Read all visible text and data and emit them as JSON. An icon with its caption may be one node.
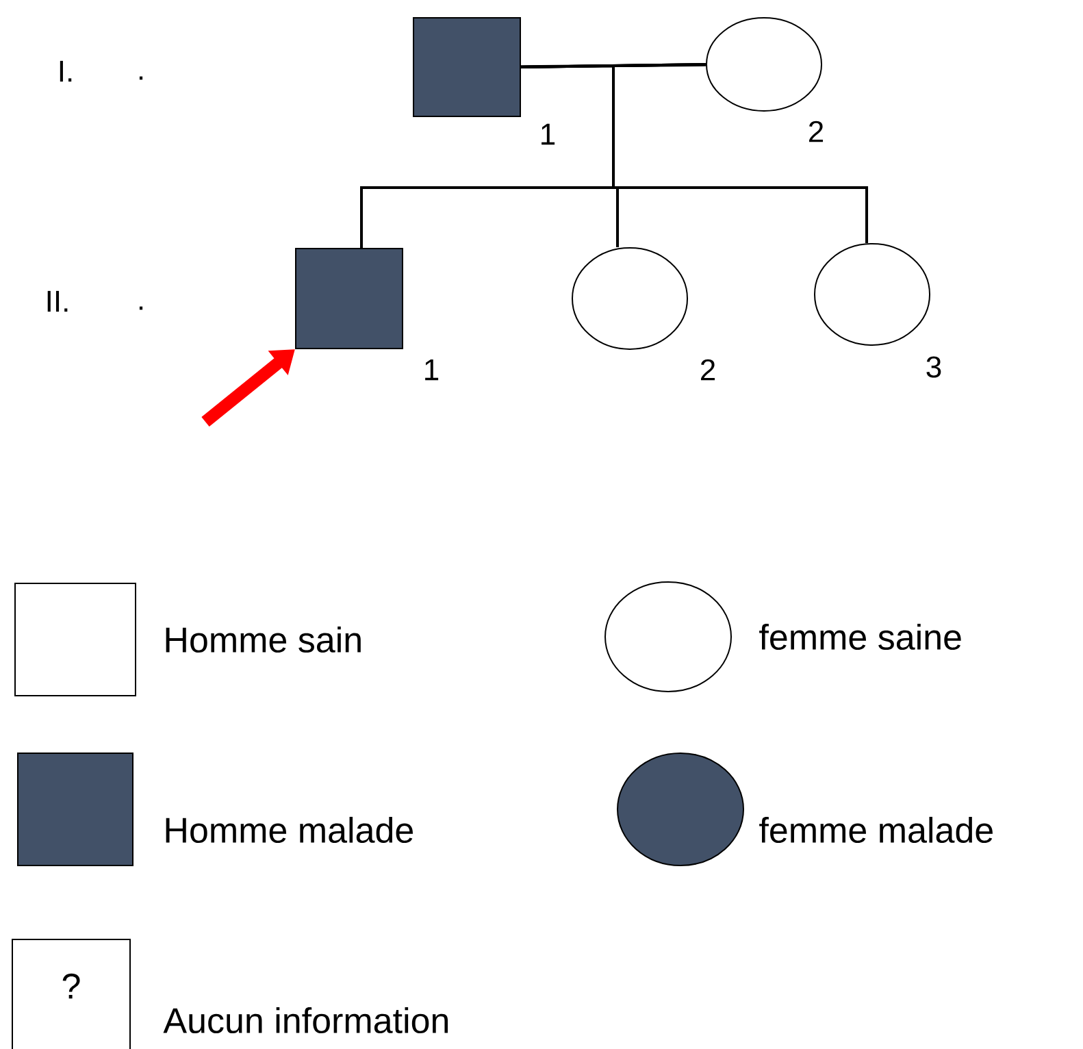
{
  "diagram": {
    "nodes": [
      {
        "text": [],
        "shape": "box",
        "beside": [
          "1"
        ]
      },
      {
        "text": [],
        "shape": "circle",
        "beside": [
          "2"
        ]
      },
      {
        "text": [],
        "shape": "box",
        "beside": [
          "1"
        ]
      },
      {
        "text": [],
        "shape": "circle",
        "beside": [
          "2"
        ]
      },
      {
        "text": [],
        "shape": "circle",
        "beside": [
          "3"
        ]
      }
    ],
    "edges": [
      {
        "from": 0,
        "to": 1,
        "arrow": "none"
      },
      {
        "from": 0,
        "to": 2,
        "arrow": "none"
      },
      {
        "from": 0,
        "to": 3,
        "arrow": "none"
      },
      {
        "from": 0,
        "to": 4,
        "arrow": "none"
      },
      {
        "from": 1,
        "to": 2,
        "arrow": "none"
      },
      {
        "from": 1,
        "to": 3,
        "arrow": "none"
      },
      {
        "from": 1,
        "to": 4,
        "arrow": "none"
      },
      {
        "from": null,
        "to": 2,
        "arrow": "to",
        "style": "thick",
        "color": "#ff0000"
      }
    ],
    "labels": [
      "I.",
      ".",
      "II.",
      ".",
      "?"
    ],
    "legend": [
      {
        "text": "Homme sain"
      },
      {
        "text": "femme saine"
      },
      {
        "text": "Homme malade"
      },
      {
        "text": "femme malade"
      },
      {
        "text": "Aucun information"
      }
    ]
  }
}
